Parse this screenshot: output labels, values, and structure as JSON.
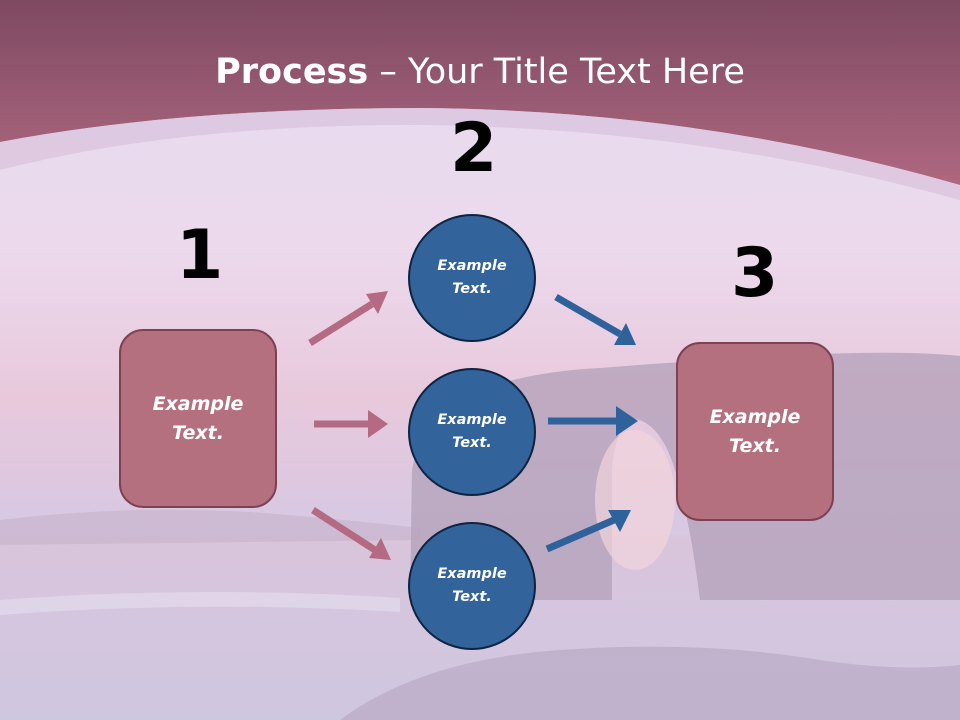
{
  "slide": {
    "title_bold": "Process",
    "title_rest": " – Your Title Text Here",
    "steps": [
      {
        "number": "1",
        "text_line1": "Example",
        "text_line2": "Text."
      },
      {
        "number": "2"
      },
      {
        "number": "3",
        "text_line1": "Example",
        "text_line2": "Text."
      }
    ],
    "circles": [
      {
        "text_line1": "Example",
        "text_line2": "Text."
      },
      {
        "text_line1": "Example",
        "text_line2": "Text."
      },
      {
        "text_line1": "Example",
        "text_line2": "Text."
      }
    ]
  },
  "colors": {
    "header": "#a45f77",
    "box_fill": "#b4707f",
    "box_border": "#7d4152",
    "circle_fill": "#32639a",
    "circle_border": "#0d2340",
    "arrow_pink": "#b46a82",
    "arrow_blue": "#2f629a"
  }
}
